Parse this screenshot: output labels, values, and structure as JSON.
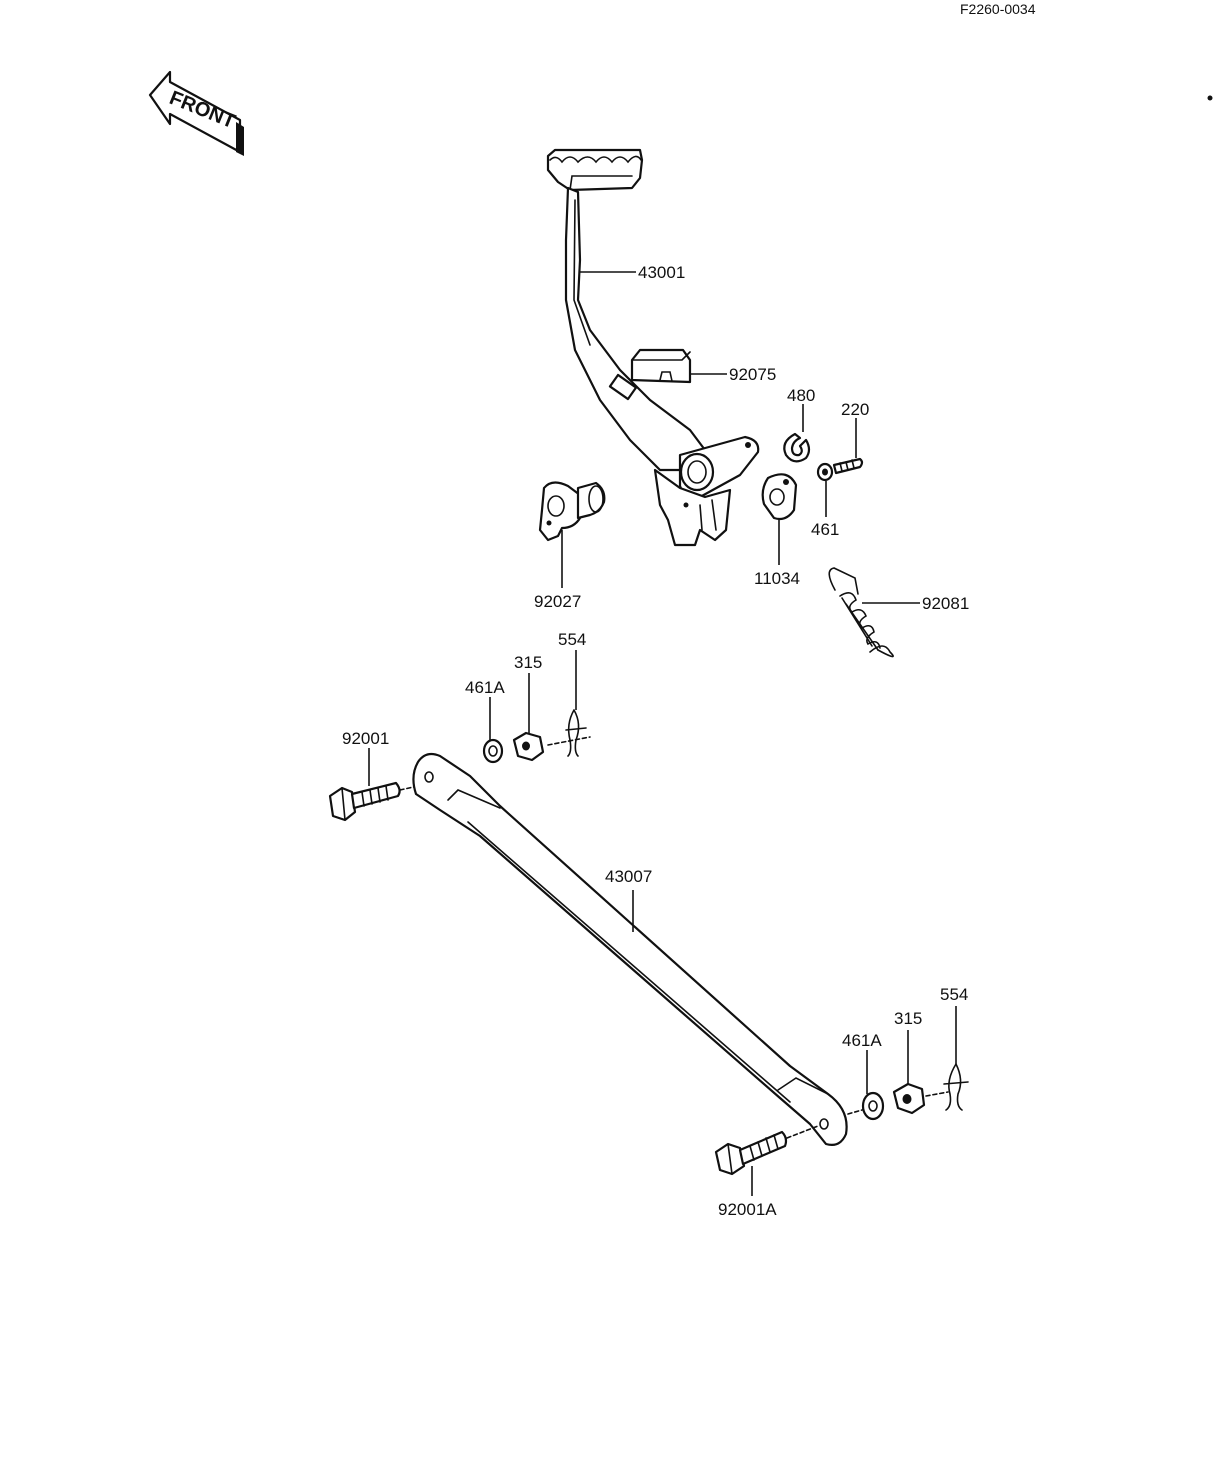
{
  "diagram_code": "F2260-0034",
  "front_label": "FRONT",
  "callouts": {
    "brake_pedal": "43001",
    "pedal_pad": "92075",
    "circlip": "480",
    "bolt_220": "220",
    "washer_461": "461",
    "stopper_plate": "11034",
    "collar": "92027",
    "spring": "92081",
    "bolt_upper": "92001",
    "washer_upper": "461A",
    "nut_upper": "315",
    "pin_upper": "554",
    "rod": "43007",
    "washer_lower": "461A",
    "nut_lower": "315",
    "pin_lower": "554",
    "bolt_lower": "92001A"
  }
}
